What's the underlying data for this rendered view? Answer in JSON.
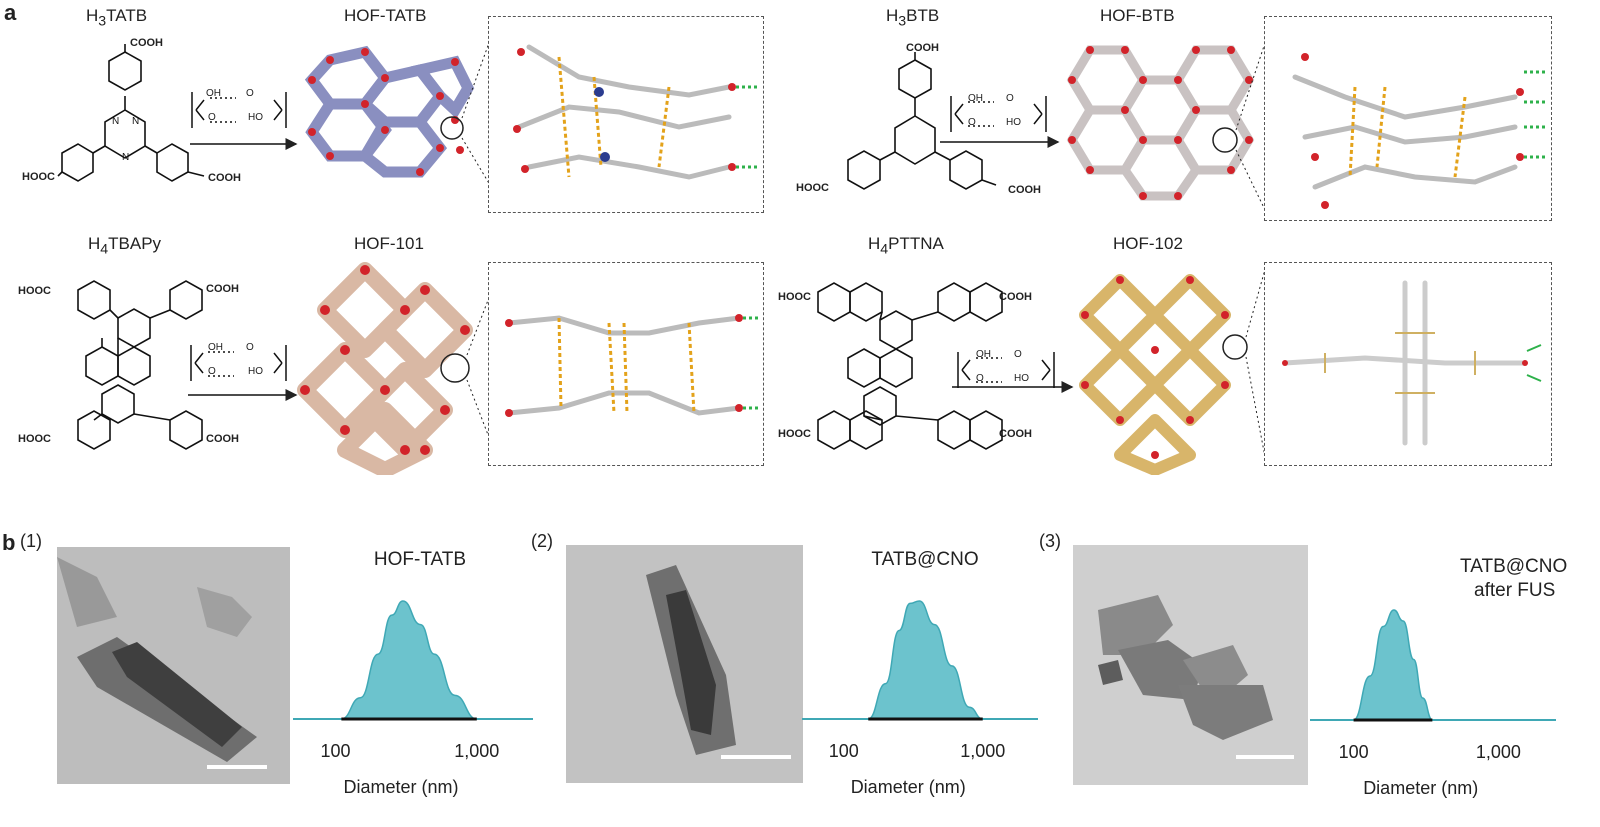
{
  "panel_labels": {
    "a": "a",
    "b": "b"
  },
  "panel_a": {
    "compounds": [
      {
        "linker": "H",
        "linker_sub": "3",
        "linker_rest": "TATB",
        "hof": "HOF-TATB"
      },
      {
        "linker": "H",
        "linker_sub": "3",
        "linker_rest": "BTB",
        "hof": "HOF-BTB"
      },
      {
        "linker": "H",
        "linker_sub": "4",
        "linker_rest": "TBAPy",
        "hof": "HOF-101"
      },
      {
        "linker": "H",
        "linker_sub": "4",
        "linker_rest": "PTTNA",
        "hof": "HOF-102"
      }
    ],
    "group_labels": {
      "cooh": "COOH",
      "hooc": "HOOC"
    },
    "dimer": {
      "oh": "OH",
      "o": "O",
      "ho": "HO"
    },
    "colors": {
      "tatb": "#8a8fc0",
      "btb": "#c9c2c2",
      "hof101": "#d9b8a4",
      "hof102": "#d8b56a",
      "oxygen": "#d2232a",
      "hbond": "#2db14a",
      "stack": "#e3a21a"
    }
  },
  "panel_b": {
    "subpanels": [
      {
        "tag": "(1)",
        "title_line1": "HOF-TATB",
        "title_line2": ""
      },
      {
        "tag": "(2)",
        "title_line1": "TATB@CNO",
        "title_line2": ""
      },
      {
        "tag": "(3)",
        "title_line1": "TATB@CNO",
        "title_line2": "after FUS"
      }
    ],
    "x_tick_labels": [
      "100",
      "1,000"
    ],
    "x_axis_title": "Diameter (nm)",
    "fill_color": "#6cc3cd",
    "line_color": "#3fa8b5"
  },
  "chart_data": [
    {
      "type": "area",
      "title": "HOF-TATB",
      "xlabel": "Diameter (nm)",
      "ylabel": "",
      "xscale": "log",
      "xlim": [
        50,
        2500
      ],
      "x_ticks": [
        100,
        1000
      ],
      "series": [
        {
          "values": {
            "x": [
              110,
              150,
              200,
              250,
              300,
              400,
              500,
              700,
              1000
            ],
            "y": [
              0,
              0.18,
              0.55,
              0.88,
              1.0,
              0.8,
              0.55,
              0.2,
              0
            ]
          }
        }
      ]
    },
    {
      "type": "area",
      "title": "TATB@CNO",
      "xlabel": "Diameter (nm)",
      "ylabel": "",
      "xscale": "log",
      "xlim": [
        50,
        2500
      ],
      "x_ticks": [
        100,
        1000
      ],
      "series": [
        {
          "values": {
            "x": [
              150,
              200,
              250,
              300,
              350,
              450,
              600,
              800,
              1000
            ],
            "y": [
              0,
              0.3,
              0.75,
              0.98,
              1.0,
              0.8,
              0.45,
              0.1,
              0
            ]
          }
        }
      ]
    },
    {
      "type": "area",
      "title": "TATB@CNO after FUS",
      "xlabel": "Diameter (nm)",
      "ylabel": "",
      "xscale": "log",
      "xlim": [
        50,
        2500
      ],
      "x_ticks": [
        100,
        1000
      ],
      "series": [
        {
          "values": {
            "x": [
              100,
              130,
              160,
              190,
              220,
              260,
              300,
              350
            ],
            "y": [
              0,
              0.4,
              0.85,
              1.0,
              0.9,
              0.55,
              0.2,
              0
            ]
          }
        }
      ]
    }
  ]
}
